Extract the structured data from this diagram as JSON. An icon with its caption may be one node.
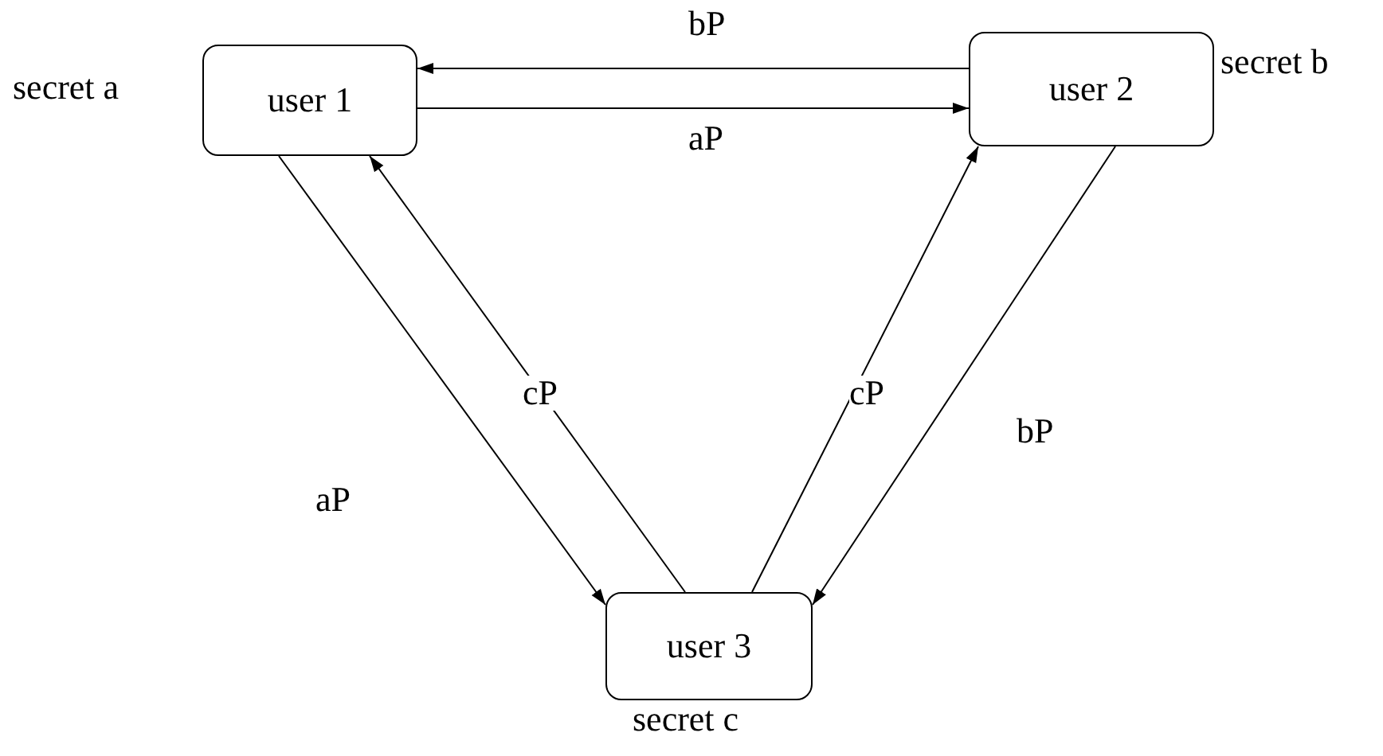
{
  "diagram": {
    "nodes": [
      {
        "text": [
          "user 1"
        ],
        "beside": [
          "secret a"
        ]
      },
      {
        "text": [
          "user 2"
        ],
        "beside": [
          "secret b"
        ]
      },
      {
        "text": [
          "user 3"
        ],
        "beside": [
          "secret c"
        ]
      }
    ],
    "edges": [
      {
        "from": 1,
        "to": 0,
        "arrow": "to",
        "label": "bP"
      },
      {
        "from": 0,
        "to": 1,
        "arrow": "to",
        "label": "aP"
      },
      {
        "from": 0,
        "to": 2,
        "arrow": "to",
        "label": "aP"
      },
      {
        "from": 2,
        "to": 0,
        "arrow": "to",
        "label": "cP"
      },
      {
        "from": 2,
        "to": 1,
        "arrow": "to",
        "label": "cP"
      },
      {
        "from": 1,
        "to": 2,
        "arrow": "to",
        "label": "bP"
      }
    ]
  }
}
